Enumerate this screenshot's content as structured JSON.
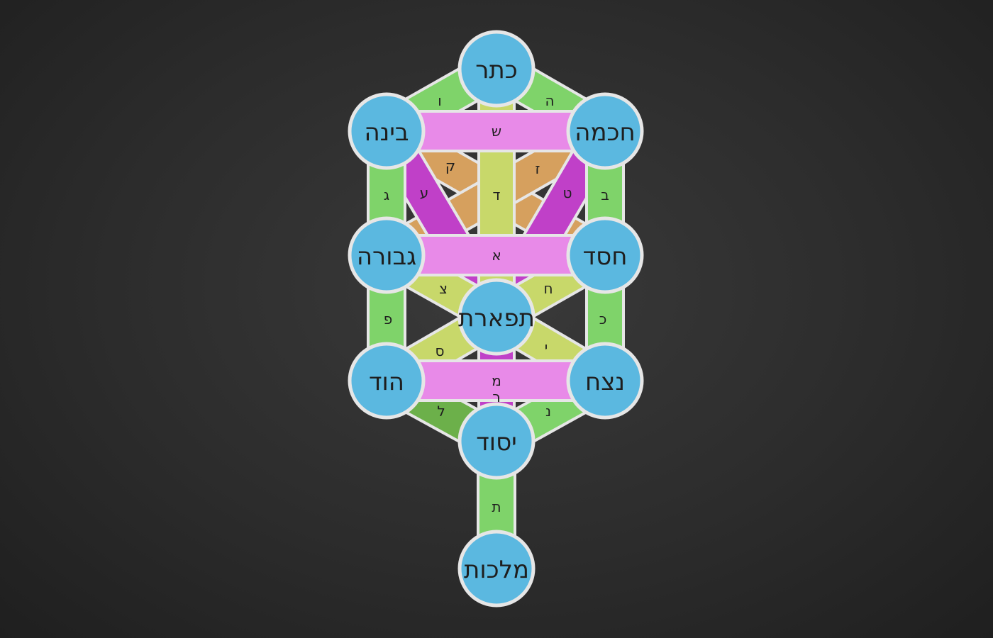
{
  "colors": {
    "background": "#2c2c2c",
    "sephira": "#5bb8e0",
    "outline": "#e6e6e6",
    "green": "#7fd36a",
    "dark_green": "#6cb04a",
    "yellow_green": "#c8d86a",
    "pink": "#e88ae8",
    "magenta": "#c040c8",
    "orange": "#d6a05e"
  },
  "sephirot": [
    {
      "id": "keter",
      "name": "כתר"
    },
    {
      "id": "chokhmah",
      "name": "חכמה"
    },
    {
      "id": "binah",
      "name": "בינה"
    },
    {
      "id": "chesed",
      "name": "חסד"
    },
    {
      "id": "gevurah",
      "name": "גבורה"
    },
    {
      "id": "tiferet",
      "name": "תפארת"
    },
    {
      "id": "netzach",
      "name": "נצח"
    },
    {
      "id": "hod",
      "name": "הוד"
    },
    {
      "id": "yesod",
      "name": "יסוד"
    },
    {
      "id": "malkhut",
      "name": "מלכות"
    }
  ],
  "paths": [
    {
      "from": "binah",
      "to": "chesed",
      "letter": "ק",
      "color": "orange"
    },
    {
      "from": "chokhmah",
      "to": "gevurah",
      "letter": "ז",
      "color": "orange"
    },
    {
      "from": "binah",
      "to": "tiferet",
      "letter": "ע",
      "color": "magenta"
    },
    {
      "from": "chokhmah",
      "to": "tiferet",
      "letter": "ט",
      "color": "magenta"
    },
    {
      "from": "tiferet",
      "to": "yesod",
      "letter": "ר",
      "color": "magenta"
    },
    {
      "from": "keter",
      "to": "tiferet",
      "letter": "ד",
      "color": "yellow_green"
    },
    {
      "from": "gevurah",
      "to": "tiferet",
      "letter": "צ",
      "color": "yellow_green"
    },
    {
      "from": "chesed",
      "to": "tiferet",
      "letter": "ח",
      "color": "yellow_green"
    },
    {
      "from": "hod",
      "to": "tiferet",
      "letter": "ס",
      "color": "yellow_green"
    },
    {
      "from": "netzach",
      "to": "tiferet",
      "letter": "י",
      "color": "yellow_green"
    },
    {
      "from": "keter",
      "to": "binah",
      "letter": "ו",
      "color": "green"
    },
    {
      "from": "keter",
      "to": "chokhmah",
      "letter": "ה",
      "color": "green"
    },
    {
      "from": "binah",
      "to": "gevurah",
      "letter": "ג",
      "color": "green"
    },
    {
      "from": "chokhmah",
      "to": "chesed",
      "letter": "ב",
      "color": "green"
    },
    {
      "from": "gevurah",
      "to": "hod",
      "letter": "פ",
      "color": "green"
    },
    {
      "from": "chesed",
      "to": "netzach",
      "letter": "כ",
      "color": "green"
    },
    {
      "from": "hod",
      "to": "yesod",
      "letter": "ל",
      "color": "dark_green"
    },
    {
      "from": "netzach",
      "to": "yesod",
      "letter": "נ",
      "color": "green"
    },
    {
      "from": "yesod",
      "to": "malkhut",
      "letter": "ת",
      "color": "green"
    },
    {
      "from": "binah",
      "to": "chokhmah",
      "letter": "ש",
      "color": "pink"
    },
    {
      "from": "gevurah",
      "to": "chesed",
      "letter": "א",
      "color": "pink"
    },
    {
      "from": "hod",
      "to": "netzach",
      "letter": "מ",
      "color": "pink"
    }
  ]
}
